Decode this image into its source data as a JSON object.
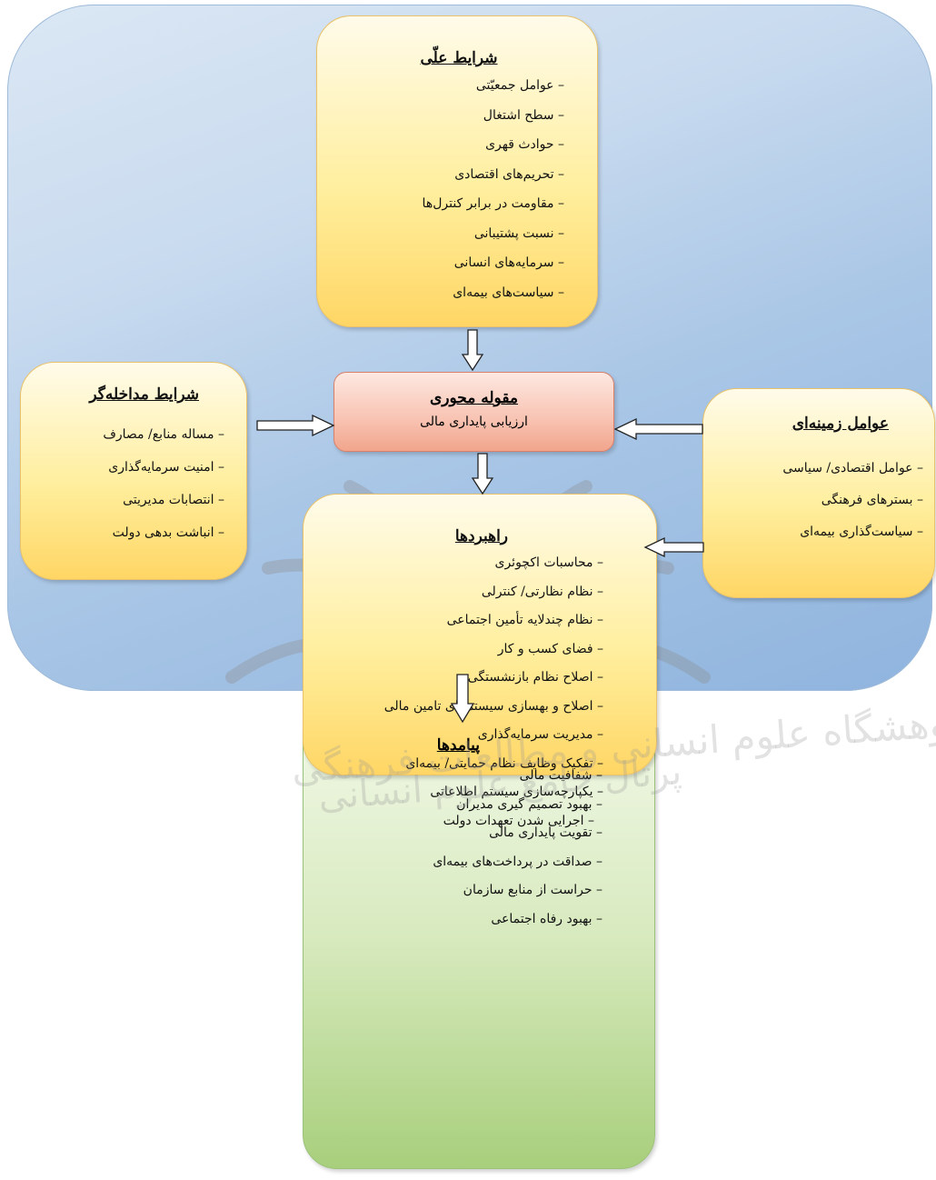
{
  "causal_conditions": {
    "title": "شرایط علّی",
    "items": [
      "عوامل جمعیّتی",
      "سطح اشتغال",
      "حوادث قهری",
      "تحریم‌های اقتصادی",
      "مقاومت در برابر کنترل‌ها",
      "نسبت پشتیبانی",
      "سرمایه‌های انسانی",
      "سیاست‌های بیمه‌ای"
    ]
  },
  "intervening_conditions": {
    "title": "شرایط مداخله‌گر",
    "items": [
      "مساله منابع/ مصارف",
      "امنیت سرمایه‌گذاری",
      "انتصابات مدیریتی",
      "انباشت بدهی دولت"
    ]
  },
  "core_category": {
    "title": "مقوله محوری",
    "subtitle": "ارزیابی پایداری مالی"
  },
  "contextual_factors": {
    "title": "عوامل زمینه‌ای",
    "items": [
      "عوامل اقتصادی/ سیاسی",
      "بسترهای فرهنگی",
      "سیاست‌گذاری بیمه‌ای"
    ]
  },
  "strategies": {
    "title": "راهبردها",
    "items": [
      "محاسبات اکچوئری",
      "نظام نظارتی/ کنترلی",
      "نظام چندلایه تأمین اجتماعی",
      "فضای کسب و کار",
      "اصلاح نظام بازنشستگی",
      "اصلاح و بهسازی سیستم‌های تامین مالی",
      "مدیریت سرمایه‌گذاری",
      "تفکیک وظایف نظام حمایتی/ بیمه‌ای",
      "یکپارچه‌سازی سیستم اطلاعاتی",
      "اجرایی شدن تعهدات دولت"
    ]
  },
  "outcomes": {
    "title": "پیامدها",
    "items": [
      "شفافیت مالی",
      "بهبود تصمیم گیری مدیران",
      "تقویت پایداری مالی",
      "صداقت در پرداخت‌های بیمه‌ای",
      "حراست از منابع سازمان",
      "بهبود رفاه اجتماعی"
    ]
  },
  "watermark": {
    "line1": "پژوهشگاه علوم انسانی و مطالعات فرهنگی",
    "line2": "پرتال جامع علوم انسانی"
  }
}
